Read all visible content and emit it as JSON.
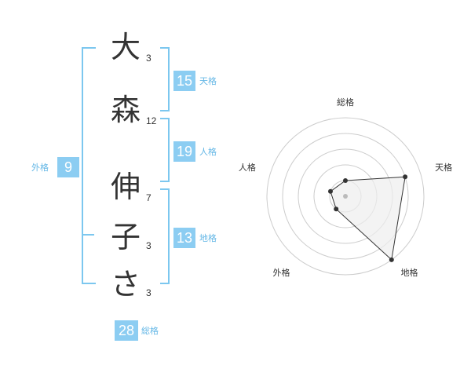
{
  "name": {
    "chars": [
      {
        "char": "大",
        "strokes": "3"
      },
      {
        "char": "森",
        "strokes": "12"
      },
      {
        "char": "伸",
        "strokes": "7"
      },
      {
        "char": "子",
        "strokes": "3"
      },
      {
        "char": "さ",
        "strokes": "3"
      }
    ]
  },
  "kakusu": {
    "tenkaku": {
      "value": "15",
      "label": "天格"
    },
    "jinkaku": {
      "value": "19",
      "label": "人格"
    },
    "chikaku": {
      "value": "13",
      "label": "地格"
    },
    "gaikaku": {
      "value": "9",
      "label": "外格"
    },
    "soukaku": {
      "value": "28",
      "label": "総格"
    }
  },
  "chart_data": {
    "type": "radar",
    "axes": [
      "総格",
      "天格",
      "地格",
      "外格",
      "人格"
    ],
    "values": [
      1,
      4,
      5,
      1,
      1
    ],
    "range": [
      0,
      5
    ],
    "grid": true,
    "colors": {
      "fill": "#eeeeee",
      "line": "#333333",
      "grid": "#cccccc",
      "center": "#bbbbbb"
    }
  }
}
